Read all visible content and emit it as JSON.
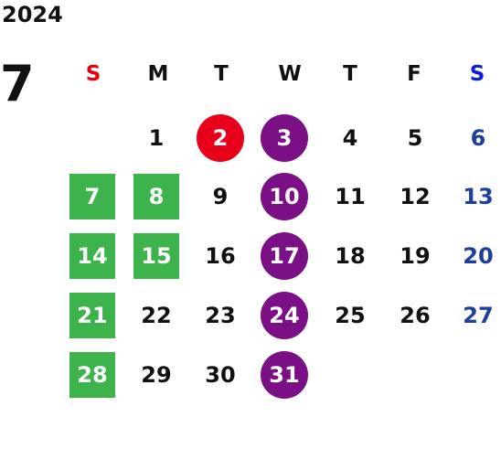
{
  "calendar": {
    "year": "2024",
    "month": "7",
    "weekdays": [
      {
        "label": "S",
        "color": "#e60012"
      },
      {
        "label": "M",
        "color": "#111111"
      },
      {
        "label": "T",
        "color": "#111111"
      },
      {
        "label": "W",
        "color": "#111111"
      },
      {
        "label": "T",
        "color": "#111111"
      },
      {
        "label": "F",
        "color": "#111111"
      },
      {
        "label": "S",
        "color": "#0a1fd6"
      }
    ],
    "first_weekday_index": 1,
    "days_in_month": 31,
    "highlights": {
      "green_square": [
        7,
        8,
        14,
        15,
        21,
        28
      ],
      "red_circle": [
        2
      ],
      "purple_circle": [
        3,
        10,
        17,
        24,
        31
      ]
    },
    "colors": {
      "green": "#3cb44b",
      "red": "#e6001a",
      "purple": "#7a0f86",
      "saturday_text": "#1e3f9a",
      "sunday_header": "#e60012",
      "saturday_header": "#0a1fd6"
    }
  }
}
